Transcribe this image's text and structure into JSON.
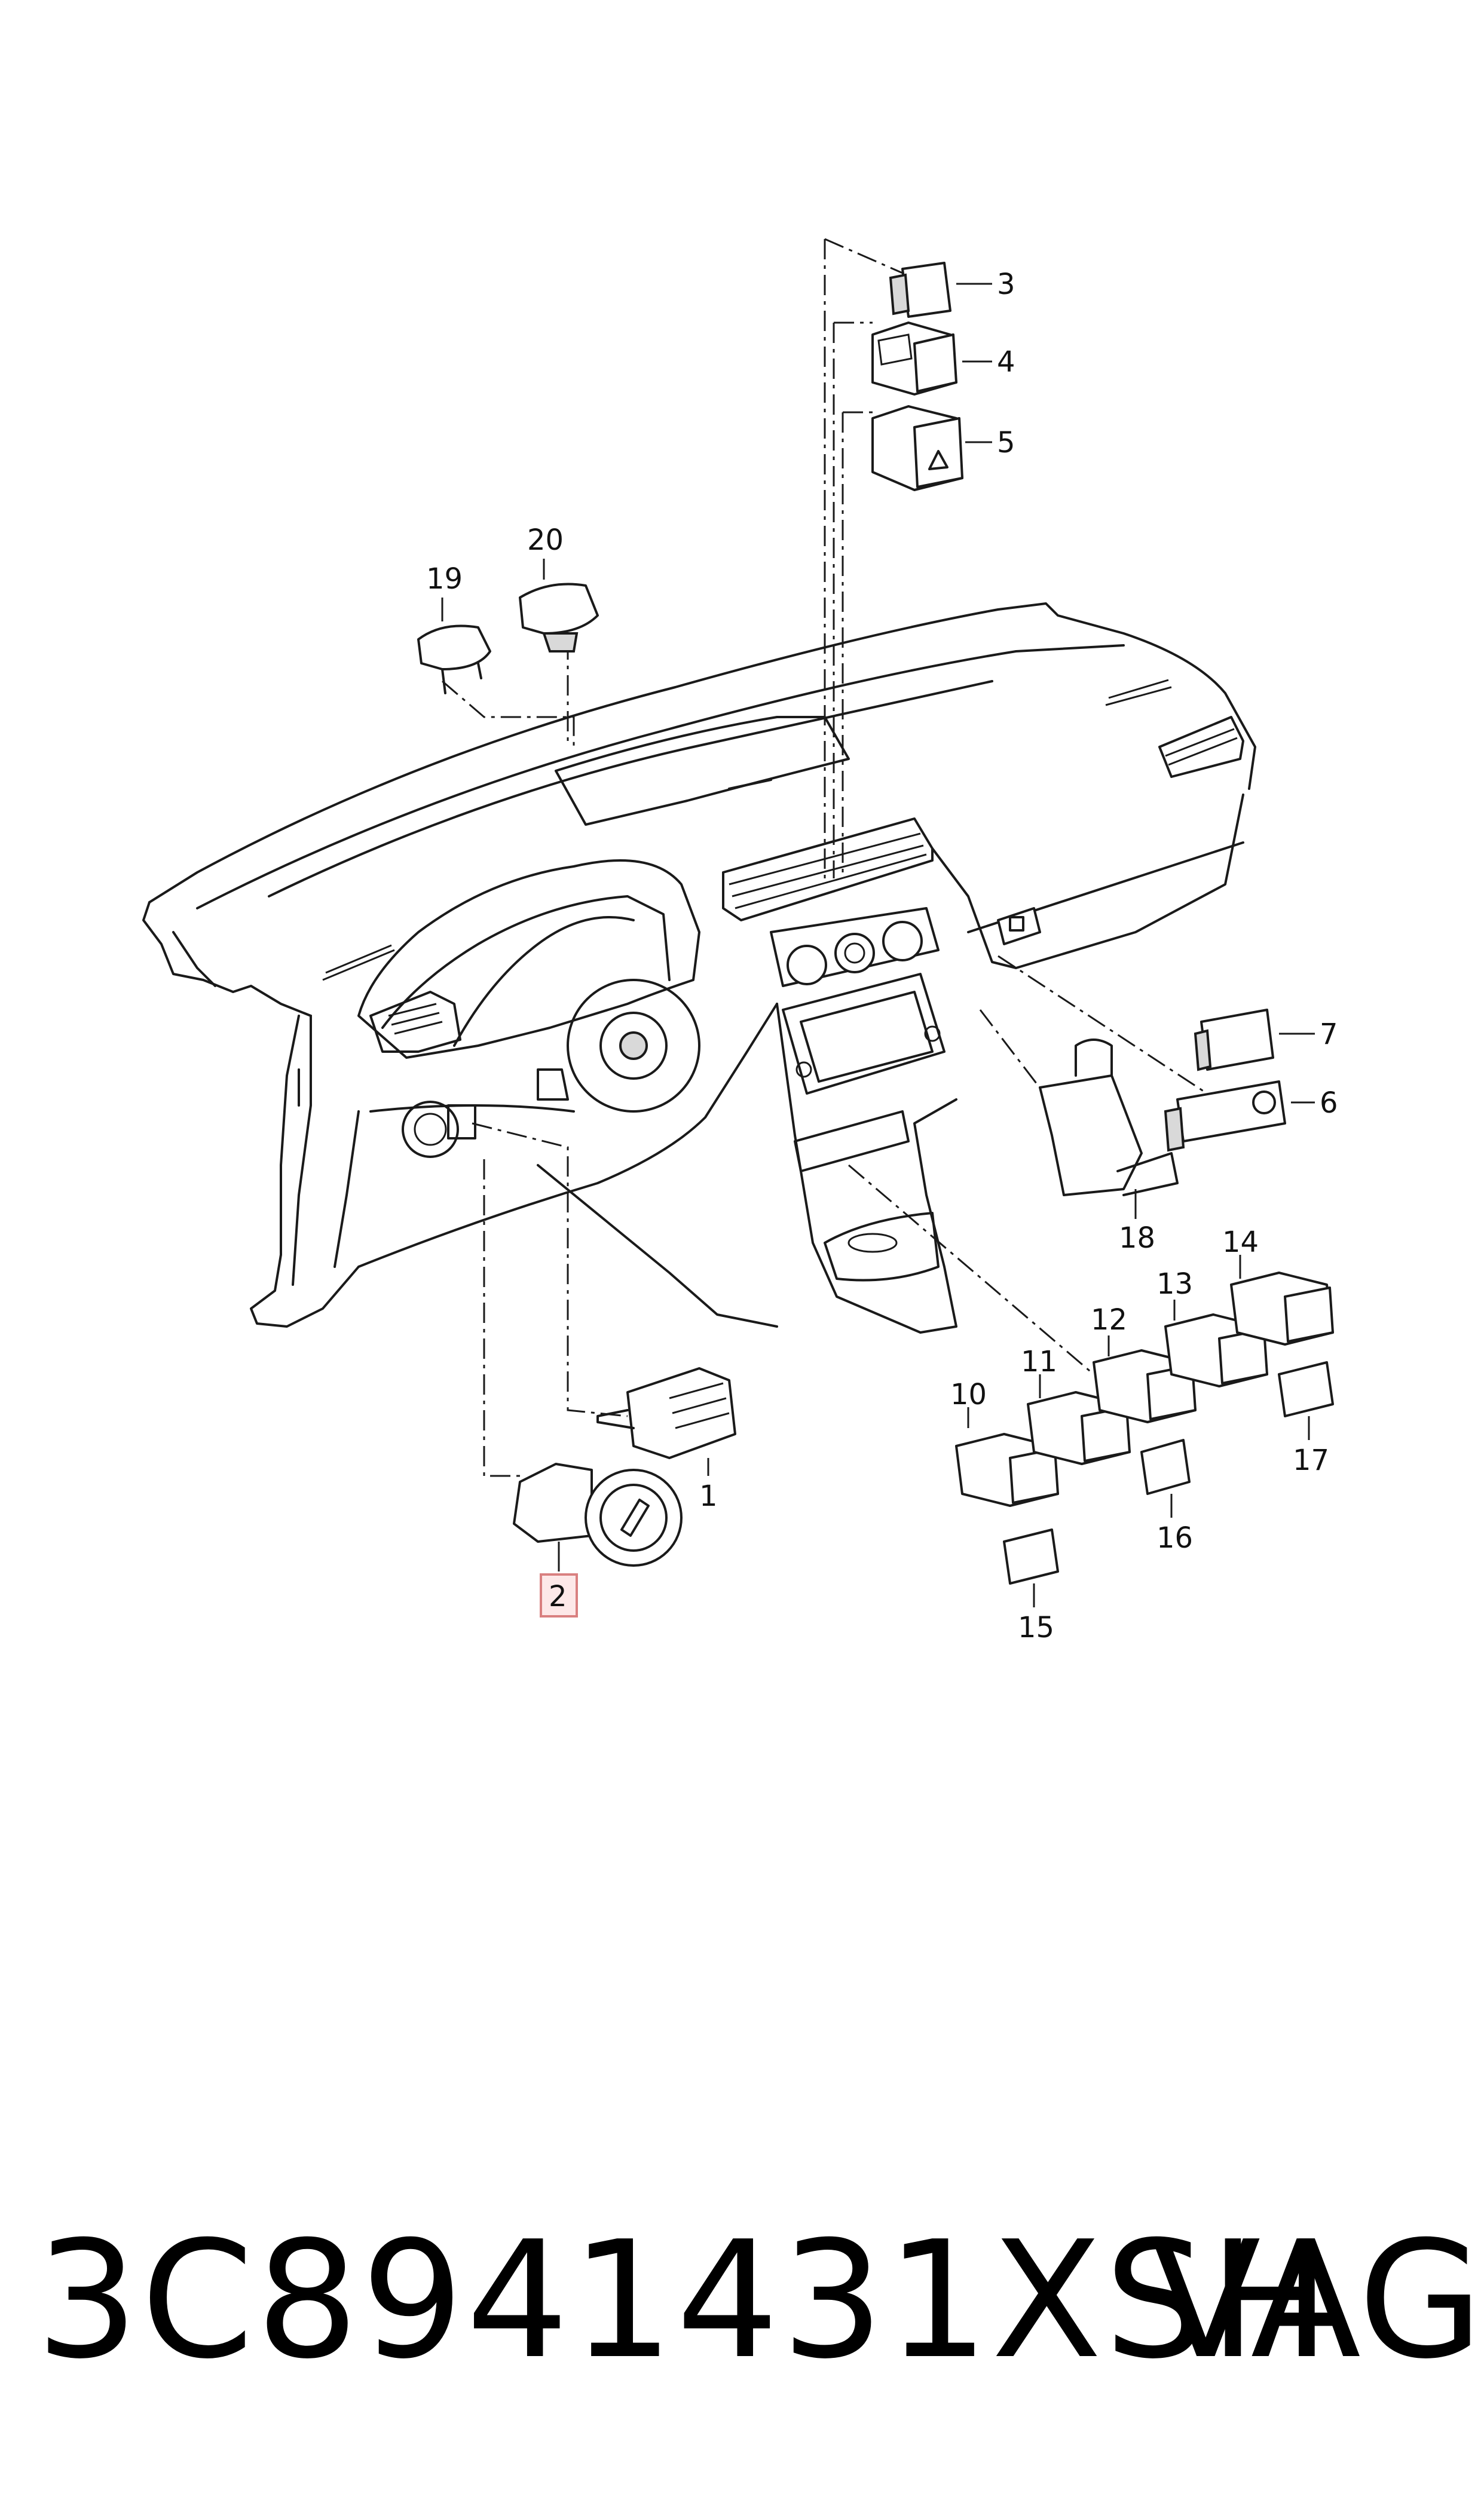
{
  "callouts": {
    "c1": "1",
    "c2": "2",
    "c3": "3",
    "c4": "4",
    "c5": "5",
    "c6": "6",
    "c7": "7",
    "c10": "10",
    "c11": "11",
    "c12": "12",
    "c13": "13",
    "c14": "14",
    "c15": "15",
    "c16": "16",
    "c17": "17",
    "c18": "18",
    "c19": "19",
    "c20": "20"
  },
  "highlighted_callout": "2",
  "footer": {
    "part_number": "3C8941431XSH",
    "brand": "VAG"
  },
  "colors": {
    "line": "#1a1a1a",
    "highlight_fill": "#fde8e8",
    "highlight_border": "#d98080"
  }
}
